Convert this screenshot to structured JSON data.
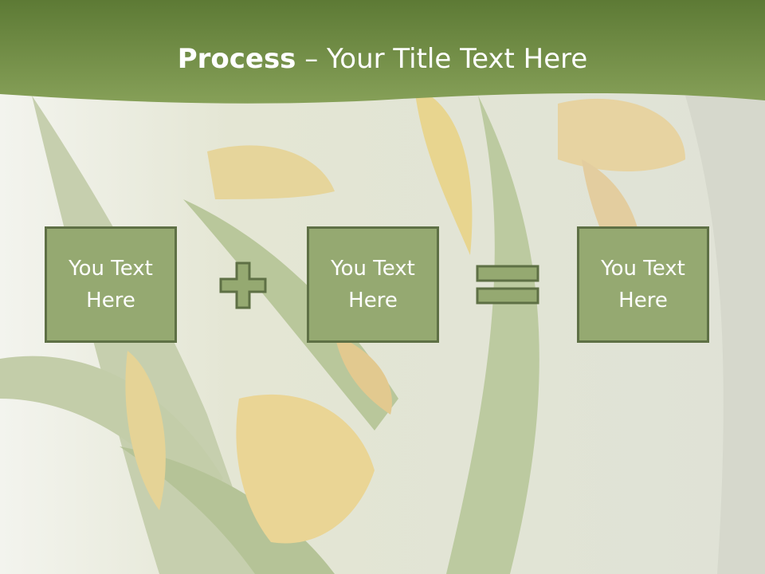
{
  "slide": {
    "title_bold": "Process",
    "title_rest": " – Your Title Text Here",
    "boxes": [
      {
        "text": "You Text Here"
      },
      {
        "text": "You Text Here"
      },
      {
        "text": "You Text Here"
      }
    ],
    "operators": [
      "plus-icon",
      "equals-icon"
    ]
  },
  "colors": {
    "header": "#6f8d44",
    "box_fill": "#95a971",
    "box_border": "#5e7045"
  }
}
